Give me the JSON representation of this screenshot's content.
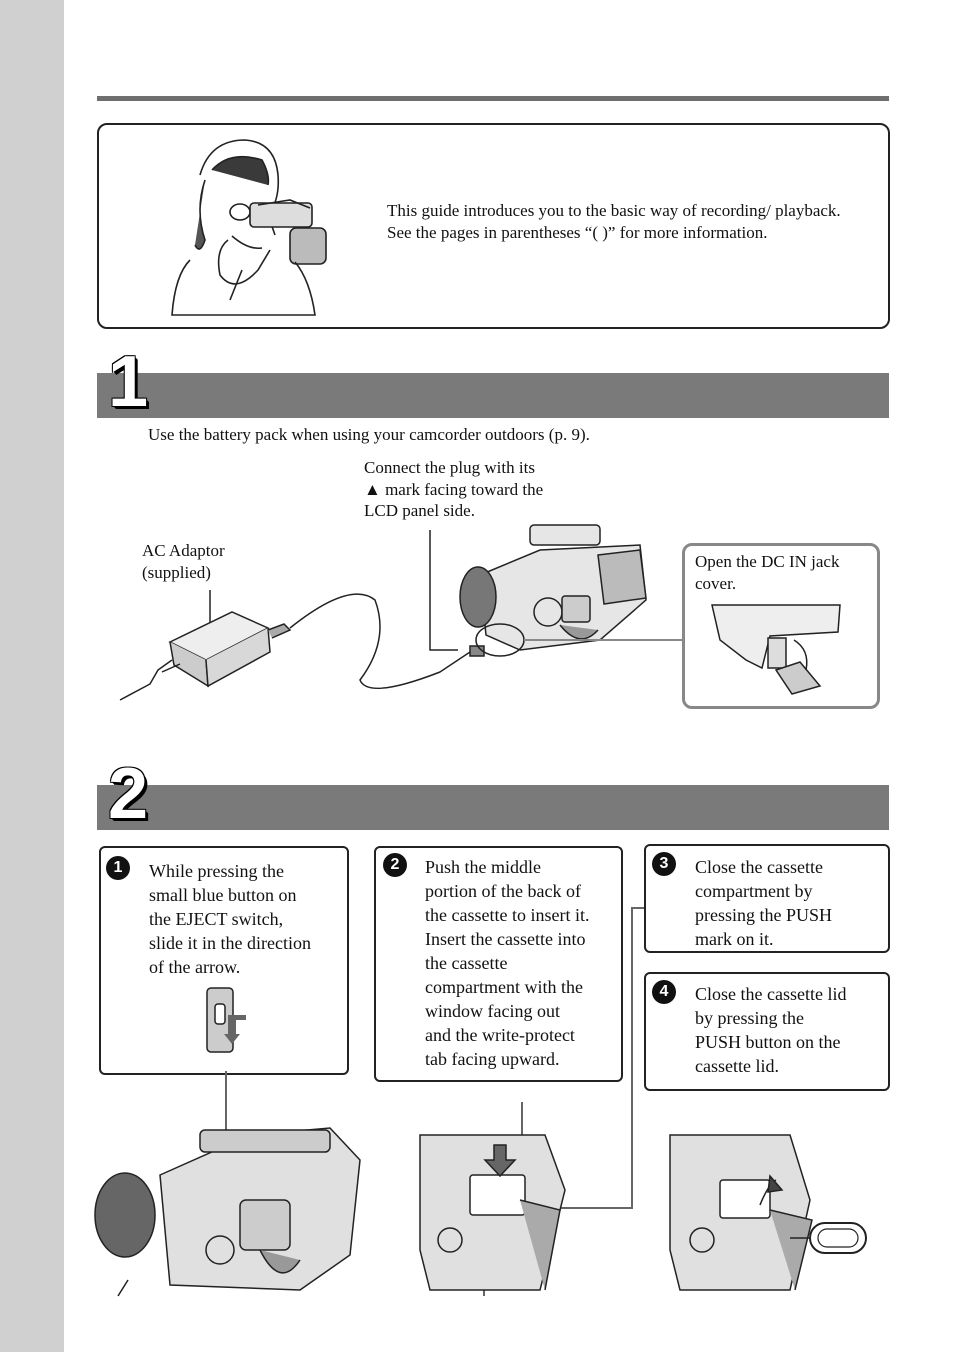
{
  "intro": {
    "text": "This guide introduces you to the basic way of recording/ playback. See the pages in parentheses “(  )” for more information."
  },
  "section1": {
    "number": "1",
    "note": "Use the battery pack when using your camcorder outdoors (p. 9).",
    "plug_callout": [
      "Connect the plug with its",
      "▲ mark facing toward the",
      "LCD panel side."
    ],
    "adaptor_label": [
      "AC Adaptor",
      "(supplied)"
    ],
    "dc_in_callout": [
      "Open the DC IN jack",
      "cover."
    ]
  },
  "section2": {
    "number": "2",
    "steps": [
      {
        "num": "1",
        "lines": [
          "While pressing the",
          "small blue button on",
          "the EJECT switch,",
          "slide it in the direction",
          "of the arrow."
        ]
      },
      {
        "num": "2",
        "lines": [
          "Push the middle",
          "portion of the back of",
          "the cassette to insert it.",
          "Insert the cassette into",
          "the cassette",
          "compartment with the",
          "window facing out",
          "and the write-protect",
          "tab facing upward."
        ]
      },
      {
        "num": "3",
        "lines": [
          "Close the cassette",
          "compartment by",
          "pressing the PUSH",
          "mark on it."
        ]
      },
      {
        "num": "4",
        "lines": [
          "Close the cassette lid",
          "by pressing the",
          "PUSH button on the",
          "cassette lid."
        ]
      }
    ]
  },
  "icons": [
    "person-camcorder-icon",
    "ac-adaptor-icon",
    "camcorder-icon",
    "eject-switch-icon",
    "cassette-insert-icon",
    "cassette-close-icon",
    "push-button-icon"
  ],
  "colors": {
    "sidebar": "#d0d0d0",
    "section_bar": "#7a7a7a",
    "rule": "#6e6e6e"
  }
}
